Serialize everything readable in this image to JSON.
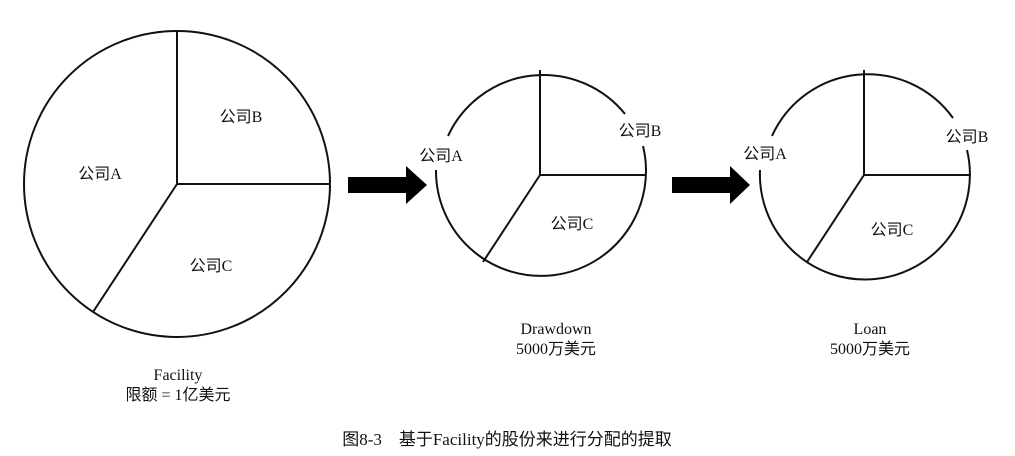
{
  "colors": {
    "stroke": "#111111",
    "background": "#ffffff",
    "arrow": "#000000"
  },
  "pies": [
    {
      "id": "facility",
      "slices": [
        {
          "label": "公司A"
        },
        {
          "label": "公司B"
        },
        {
          "label": "公司C"
        }
      ],
      "caption": {
        "line1": "Facility",
        "line2": "限额 = 1亿美元"
      }
    },
    {
      "id": "drawdown",
      "slices": [
        {
          "label": "公司A"
        },
        {
          "label": "公司B"
        },
        {
          "label": "公司C"
        }
      ],
      "caption": {
        "line1": "Drawdown",
        "line2": "5000万美元"
      }
    },
    {
      "id": "loan",
      "slices": [
        {
          "label": "公司A"
        },
        {
          "label": "公司B"
        },
        {
          "label": "公司C"
        }
      ],
      "caption": {
        "line1": "Loan",
        "line2": "5000万美元"
      }
    }
  ],
  "arrows": [
    {
      "icon": "right-arrow-icon",
      "from": "facility",
      "to": "drawdown"
    },
    {
      "icon": "right-arrow-icon",
      "from": "drawdown",
      "to": "loan"
    }
  ],
  "figure_caption": "图8-3　基于Facility的股份来进行分配的提取"
}
